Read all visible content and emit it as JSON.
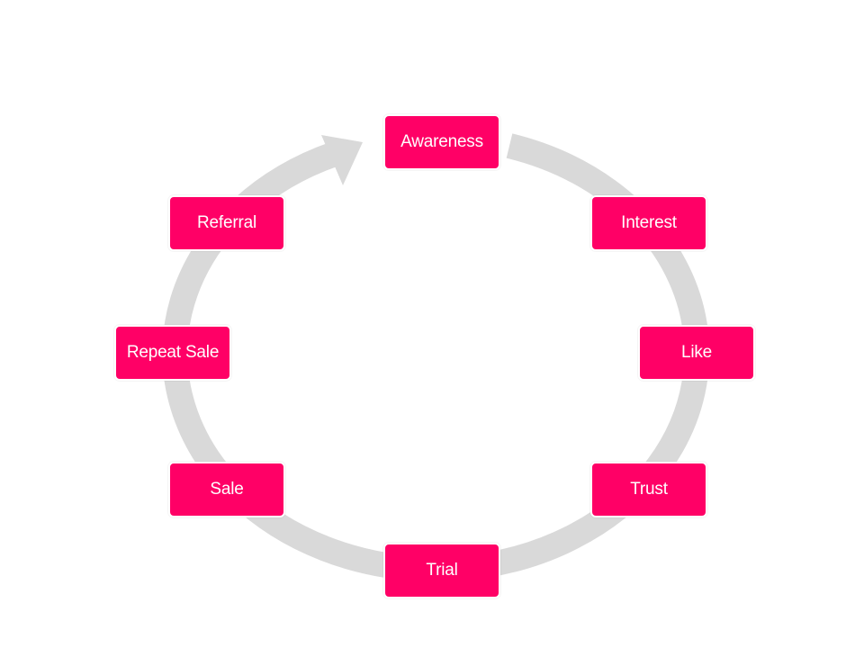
{
  "diagram": {
    "type": "cycle",
    "colors": {
      "node_fill": "#ff0066",
      "node_text": "#ffffff",
      "ring": "#d9d9d9"
    },
    "stages": [
      {
        "label": "Awareness"
      },
      {
        "label": "Interest"
      },
      {
        "label": "Like"
      },
      {
        "label": "Trust"
      },
      {
        "label": "Trial"
      },
      {
        "label": "Sale"
      },
      {
        "label": "Repeat Sale"
      },
      {
        "label": "Referral"
      }
    ]
  }
}
